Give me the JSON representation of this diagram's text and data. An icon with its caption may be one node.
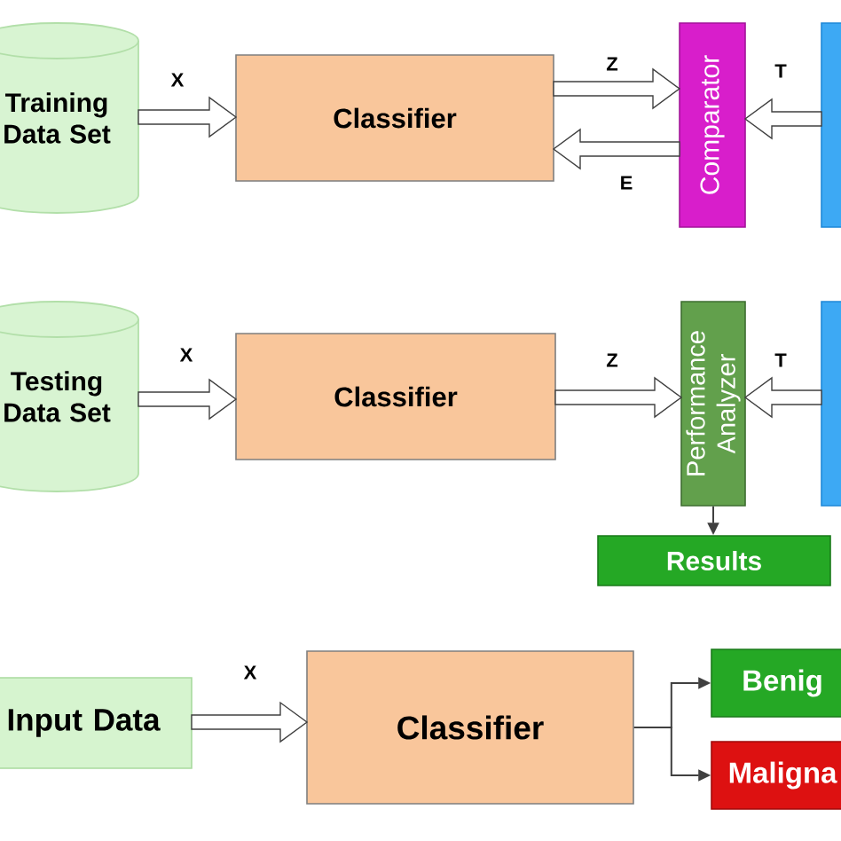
{
  "diagram": {
    "nodes": [
      {
        "text": [
          "Training Data Set"
        ]
      },
      {
        "text": [
          "Classifier"
        ]
      },
      {
        "text": [
          "Comparator"
        ]
      },
      {
        "text": [],
        "shape": "box"
      },
      {
        "text": [
          "Testing Data Set"
        ]
      },
      {
        "text": [
          "Classifier"
        ]
      },
      {
        "text": [
          "Performance Analyzer"
        ]
      },
      {
        "text": [],
        "shape": "box"
      },
      {
        "text": [
          "Results"
        ]
      },
      {
        "text": [
          "Input Data"
        ]
      },
      {
        "text": [
          "Classifier"
        ]
      },
      {
        "text": [
          "Benig"
        ]
      },
      {
        "text": [
          "Maligna"
        ]
      }
    ],
    "edges": [
      {
        "from": 0,
        "to": 1,
        "arrow": "to",
        "label": "X",
        "style": "thick"
      },
      {
        "from": 1,
        "to": 2,
        "arrow": "to",
        "label": "Z",
        "style": "thick"
      },
      {
        "from": 2,
        "to": 1,
        "arrow": "to",
        "label": "E",
        "style": "thick"
      },
      {
        "from": 3,
        "to": 2,
        "arrow": "to",
        "label": "T",
        "style": "thick"
      },
      {
        "from": 4,
        "to": 5,
        "arrow": "to",
        "label": "X",
        "style": "thick"
      },
      {
        "from": 5,
        "to": 6,
        "arrow": "to",
        "label": "Z",
        "style": "thick"
      },
      {
        "from": 7,
        "to": 6,
        "arrow": "to",
        "label": "T",
        "style": "thick"
      },
      {
        "from": 6,
        "to": 8,
        "arrow": "to"
      },
      {
        "from": 9,
        "to": 10,
        "arrow": "to",
        "label": "X",
        "style": "thick"
      },
      {
        "from": 10,
        "to": 11,
        "arrow": "to"
      },
      {
        "from": 10,
        "to": 12,
        "arrow": "to"
      }
    ]
  }
}
